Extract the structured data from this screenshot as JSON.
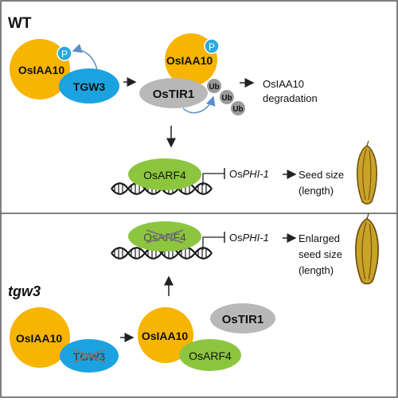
{
  "colors": {
    "frame": "#555555",
    "auxin_receptor_gray": "#b8b8b8",
    "osiaa10_orange": "#f7b400",
    "tgw3_blue": "#1aa3e0",
    "osarf4_green": "#8cc63f",
    "phosphate_blue": "#2aa9e0",
    "arrow_blue": "#5b8fc9",
    "seed_tan": "#c9a227",
    "seed_outline": "#6b4d0e"
  },
  "wt_panel": {
    "label": "WT",
    "osiaa10_label": "OsIAA10",
    "tgw3_label": "TGW3",
    "phosphate_label": "P",
    "ostir1_label": "OsTIR1",
    "osiaa10_p_label": "OsIAA10",
    "phosphate2_label": "P",
    "ub_labels": [
      "Ub",
      "Ub",
      "Ub"
    ],
    "degradation_label_line1": "OsIAA10",
    "degradation_label_line2": "degradation",
    "osarf4_label": "OsARF4",
    "gene_prefix": "Os",
    "gene_italic": "PHI-1",
    "outcome_line1": "Seed size",
    "outcome_line2": "(length)"
  },
  "tgw3_panel": {
    "label": "tgw3",
    "osarf4_crossed_label": "OsARF4",
    "gene_prefix": "Os",
    "gene_italic": "PHI-1",
    "outcome_line1": "Enlarged",
    "outcome_line2": "seed size",
    "outcome_line3": "(length)",
    "osiaa10_label": "OsIAA10",
    "tgw3_crossed_label": "TGW3",
    "osiaa10_bound_label": "OsIAA10",
    "ostir1_label": "OsTIR1",
    "osarf4_label": "OsARF4"
  }
}
